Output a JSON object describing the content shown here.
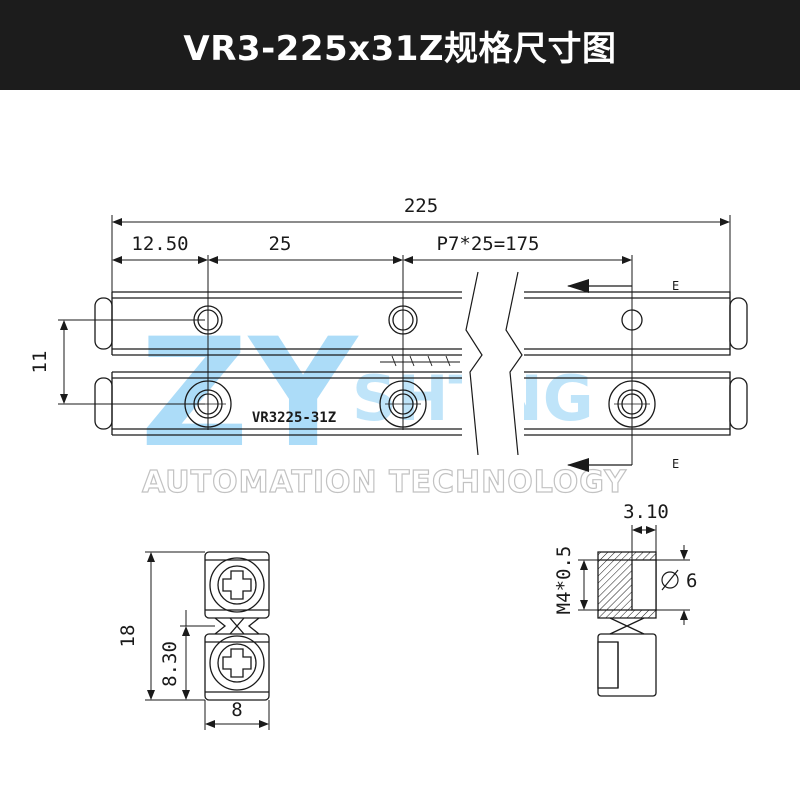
{
  "header": {
    "title": "VR3-225x31Z规格尺寸图"
  },
  "dimensions": {
    "total_length": "225",
    "end_offset": "12.50",
    "pitch_first": "25",
    "pitch_series": "P7*25=175",
    "rail_pitch_height": "11",
    "section_height": "18",
    "section_half": "8.30",
    "section_width": "8",
    "thread_depth_dim": "3.10",
    "thread_spec": "M4*0.5",
    "bore_diameter": "6"
  },
  "part_marking": "VR3225-31Z",
  "section_marks": {
    "top": "E",
    "bottom": "E"
  },
  "watermark": {
    "logo_main": "ZY",
    "logo_secondary": "SHTNG",
    "tagline": "AUTOMATION TECHNOLOGY"
  },
  "colors": {
    "header_bg": "#1c1c1c",
    "watermark": "#4ab3f0",
    "line": "#1a1a1a"
  }
}
